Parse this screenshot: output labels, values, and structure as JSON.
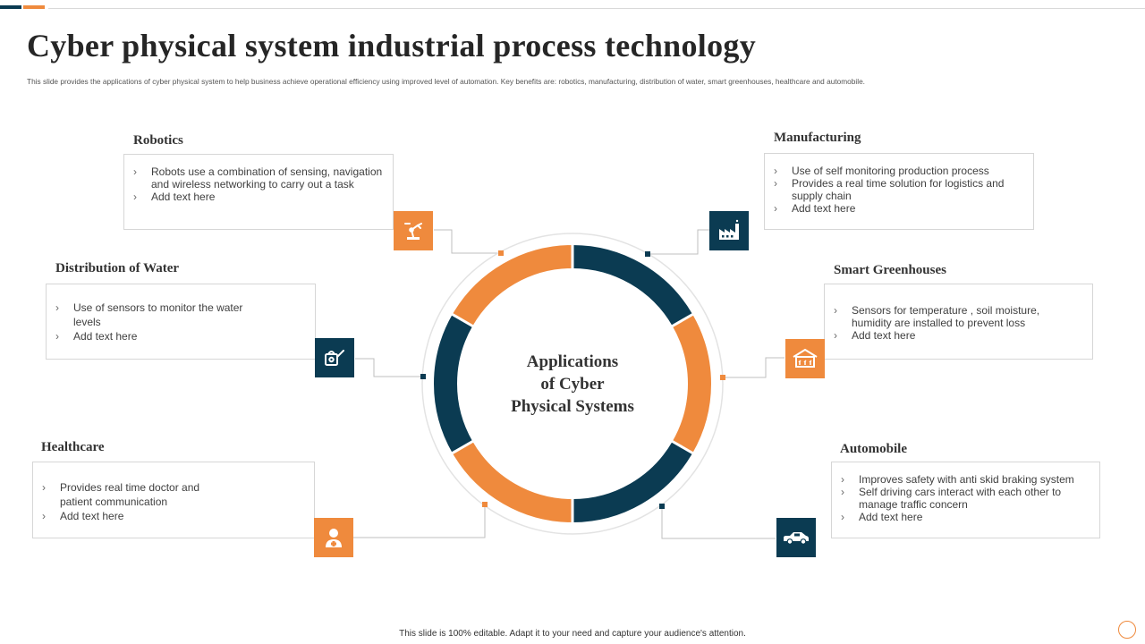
{
  "title": "Cyber physical system industrial process technology",
  "subtitle": "This slide provides the applications of cyber physical system to help business achieve operational efficiency using improved level of automation. Key benefits are: robotics, manufacturing, distribution of water, smart greenhouses, healthcare and automobile.",
  "center_label": [
    "Applications",
    "of Cyber",
    "Physical Systems"
  ],
  "colors": {
    "orange": "#ef8a3d",
    "navy": "#0b3b52"
  },
  "sections": {
    "robotics": {
      "title": "Robotics",
      "icon": "robot-arm-icon",
      "items": [
        "Robots use a combination of sensing, navigation and wireless networking to carry out a task",
        "Add text here"
      ]
    },
    "manufacturing": {
      "title": "Manufacturing",
      "icon": "factory-icon",
      "items": [
        "Use of self monitoring production process",
        "Provides a real time solution for logistics and supply chain",
        "Add text here"
      ]
    },
    "water": {
      "title": "Distribution  of Water",
      "icon": "watering-can-icon",
      "items": [
        "Use of sensors to monitor the water levels",
        "Add text here"
      ]
    },
    "greenhouses": {
      "title": "Smart  Greenhouses",
      "icon": "greenhouse-icon",
      "items": [
        "Sensors for temperature , soil moisture, humidity are installed to prevent loss",
        "Add text here"
      ]
    },
    "healthcare": {
      "title": "Healthcare",
      "icon": "doctor-icon",
      "items": [
        "Provides  real time doctor and patient communication",
        "Add text here"
      ]
    },
    "automobile": {
      "title": "Automobile",
      "icon": "car-icon",
      "items": [
        "Improves safety with anti skid braking system",
        "Self driving cars interact with each other to manage traffic concern",
        "Add text here"
      ]
    }
  },
  "footer": "This slide is 100% editable.  Adapt it to your need and capture your audience's attention."
}
